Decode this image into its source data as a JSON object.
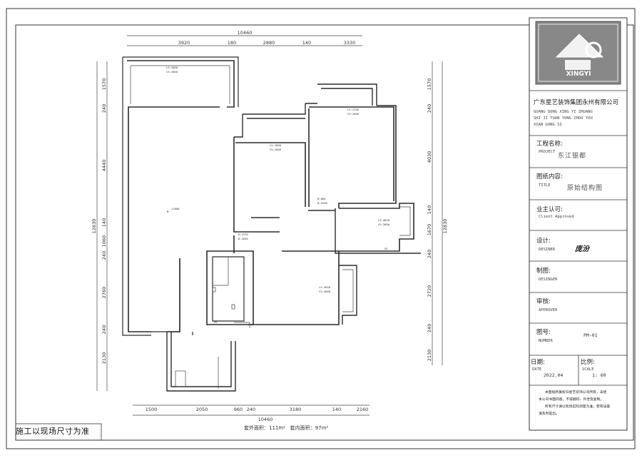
{
  "dimensions": {
    "top_total": "10460",
    "top_segments": [
      "3920",
      "180",
      "2880",
      "140",
      "3330"
    ],
    "bottom_total": "10460",
    "bottom_segments": [
      "1500",
      "2050",
      "960",
      "240",
      "3180",
      "140",
      "2160"
    ],
    "left_total": "12830",
    "left_segments": [
      "1570",
      "240",
      "4440",
      "140",
      "1060",
      "240",
      "2760",
      "240",
      "2130"
    ],
    "right_total": "12830",
    "right_segments": [
      "1570",
      "240",
      "4030",
      "140",
      "1670",
      "240",
      "2720",
      "240",
      "2130"
    ]
  },
  "rooms": [
    {
      "id": "r1",
      "line1": "LS:2860",
      "line2": "CS:2660"
    },
    {
      "id": "r2",
      "line1": "=2000",
      "line2": "M"
    },
    {
      "id": "r3",
      "line1": "LS:2600",
      "line2": "CS:2600"
    },
    {
      "id": "r4",
      "line1": "LS:2700",
      "line2": "CS:2600"
    },
    {
      "id": "r5",
      "line1": "B:860",
      "line2": "B:2540"
    },
    {
      "id": "r6",
      "line1": "LS:4020",
      "line2": "CS:2600"
    },
    {
      "id": "r7",
      "line1": "D:2370",
      "line2": "B:2640"
    },
    {
      "id": "r8",
      "line1": "LS:4030",
      "line2": "CS:2600"
    },
    {
      "id": "r9",
      "line1": "GS",
      "line2": ""
    },
    {
      "id": "r10",
      "line1": "GS",
      "line2": ""
    }
  ],
  "title_block": {
    "logo_text": "XINGYI",
    "company_cn": "广东星艺装饰集团永州有限公司",
    "company_en": [
      "GUANG DONG XING YI ZHUANG",
      "SHI JI TUAN YONG ZHOU YOU",
      "XIAN GONG SI"
    ],
    "project_label_cn": "工程名称:",
    "project_label_en": "PROJECT",
    "project_value": "东江银都",
    "title_label_cn": "图纸内容:",
    "title_label_en": "TITLE",
    "title_value": "原始结构图",
    "client_label_cn": "业主认可:",
    "client_label_en": "Client Approved",
    "design_label_cn": "设计:",
    "design_label_en": "DESINER",
    "design_signature": "庞汾",
    "draw_label_cn": "制图:",
    "draw_label_en": "DESINGER",
    "review_label_cn": "审核:",
    "review_label_en": "APPROVER",
    "number_label_cn": "图号:",
    "number_label_en": "NUMBER",
    "number_value": "PM-01",
    "date_label_cn": "日期:",
    "date_label_en": "DATE",
    "date_value": "2022.04",
    "scale_label_cn": "比例:",
    "scale_label_en": "SCALE",
    "scale_value": "1:  60",
    "note_lines": [
      "本图纸所属权归星艺装饰公司所有，未经",
      "本公司书面同意，不得翻印、外泄及复制。",
      "所有尺寸请以现场实际测量为准，若有误差",
      "请及时提出。"
    ]
  },
  "footer": {
    "note": "施工以现场尺寸为准",
    "area_text": "套外面积：111m²   套内面积：97m²"
  }
}
